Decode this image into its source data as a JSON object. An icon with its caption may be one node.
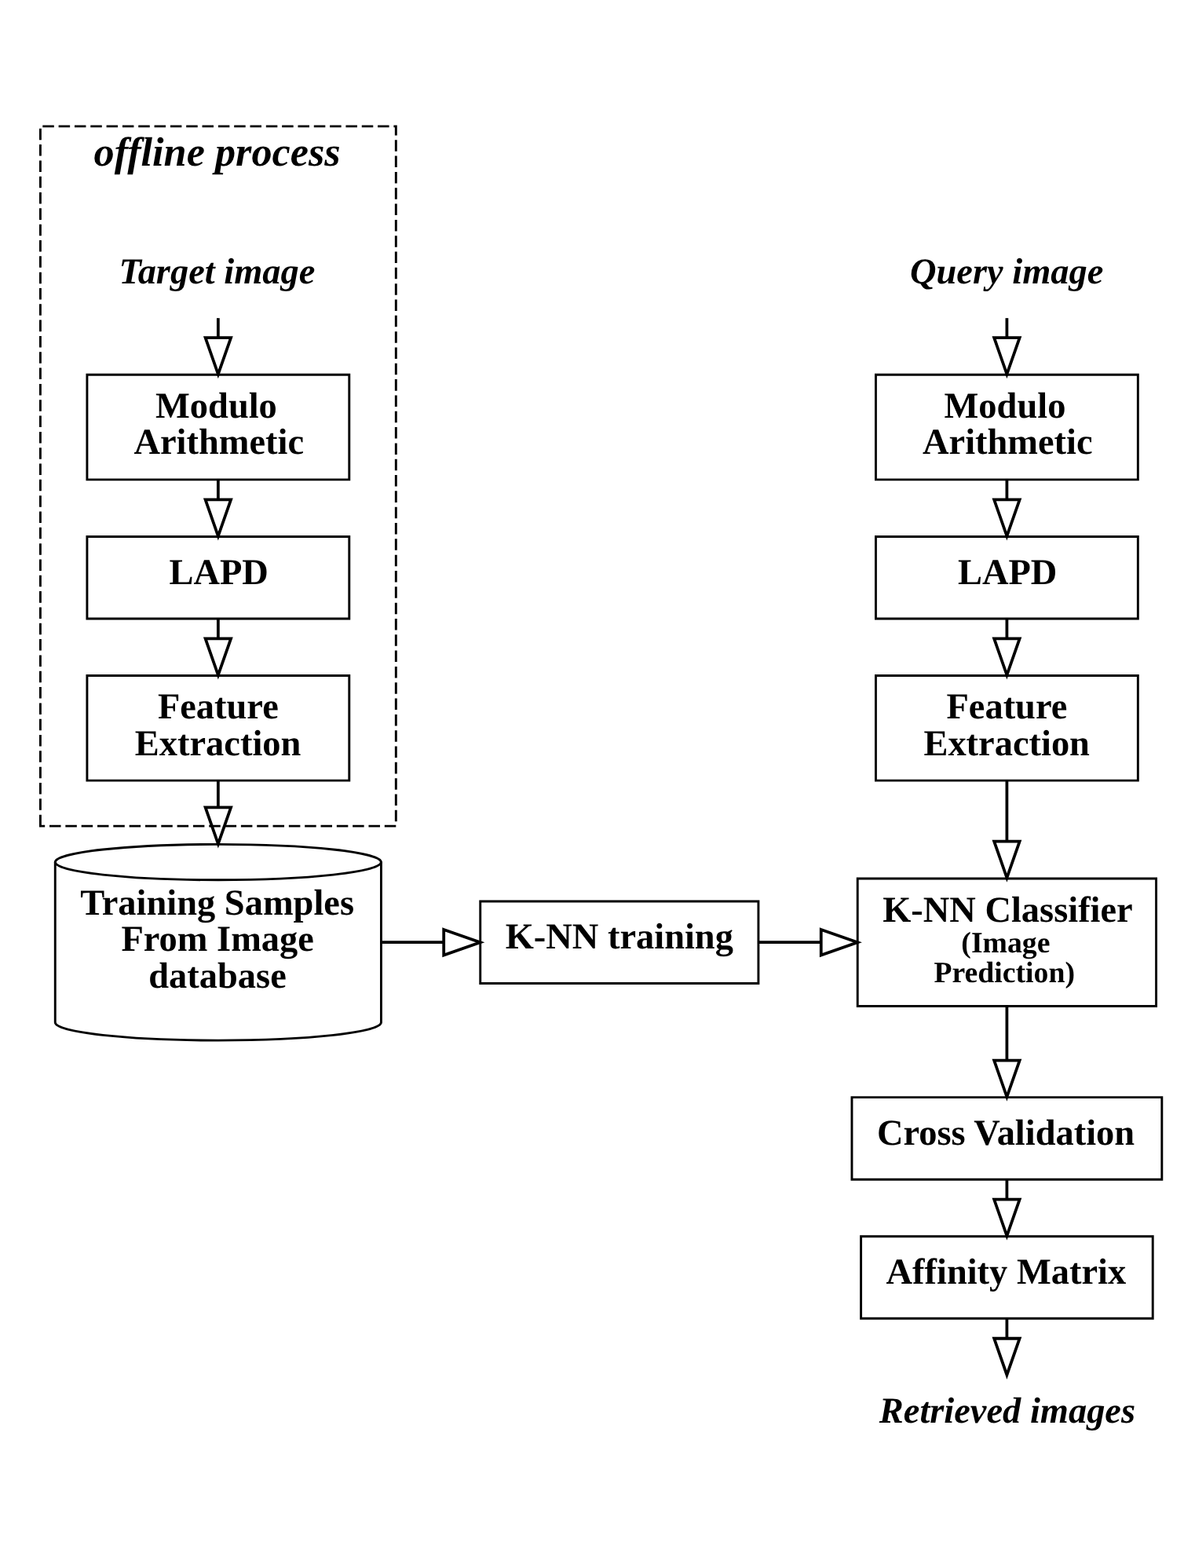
{
  "diagram": {
    "nodes": [
      {
        "text": [
          "offline process"
        ]
      },
      {
        "text": [
          "Target image"
        ],
        "in": 0
      },
      {
        "text": [
          "Modulo Arithmetic"
        ],
        "in": 0
      },
      {
        "text": [
          "LAPD"
        ],
        "in": 0
      },
      {
        "text": [
          "Feature Extraction"
        ],
        "in": 0
      },
      {
        "text": [
          "Training Samples From Image database"
        ]
      },
      {
        "text": [
          "K-NN training"
        ]
      },
      {
        "text": [
          "Query image"
        ]
      },
      {
        "text": [
          "Modulo Arithmetic"
        ]
      },
      {
        "text": [
          "LAPD"
        ]
      },
      {
        "text": [
          "Feature Extraction"
        ]
      },
      {
        "text": [
          "K-NN Classifier",
          "(Image Prediction)"
        ]
      },
      {
        "text": [
          "Cross Validation"
        ]
      },
      {
        "text": [
          "Affinity Matrix"
        ]
      },
      {
        "text": [
          "Retrieved images"
        ]
      }
    ],
    "edges": [
      {
        "from": 1,
        "to": 2,
        "arrow": "to"
      },
      {
        "from": 2,
        "to": 3,
        "arrow": "to"
      },
      {
        "from": 3,
        "to": 4,
        "arrow": "to"
      },
      {
        "from": 4,
        "to": 5,
        "arrow": "to"
      },
      {
        "from": 5,
        "to": 6,
        "arrow": "to"
      },
      {
        "from": 6,
        "to": 11,
        "arrow": "to"
      },
      {
        "from": 7,
        "to": 8,
        "arrow": "to"
      },
      {
        "from": 8,
        "to": 9,
        "arrow": "to"
      },
      {
        "from": 9,
        "to": 10,
        "arrow": "to"
      },
      {
        "from": 10,
        "to": 11,
        "arrow": "to"
      },
      {
        "from": 11,
        "to": 12,
        "arrow": "to"
      },
      {
        "from": 12,
        "to": 13,
        "arrow": "to"
      },
      {
        "from": 13,
        "to": 14,
        "arrow": "to"
      }
    ]
  }
}
